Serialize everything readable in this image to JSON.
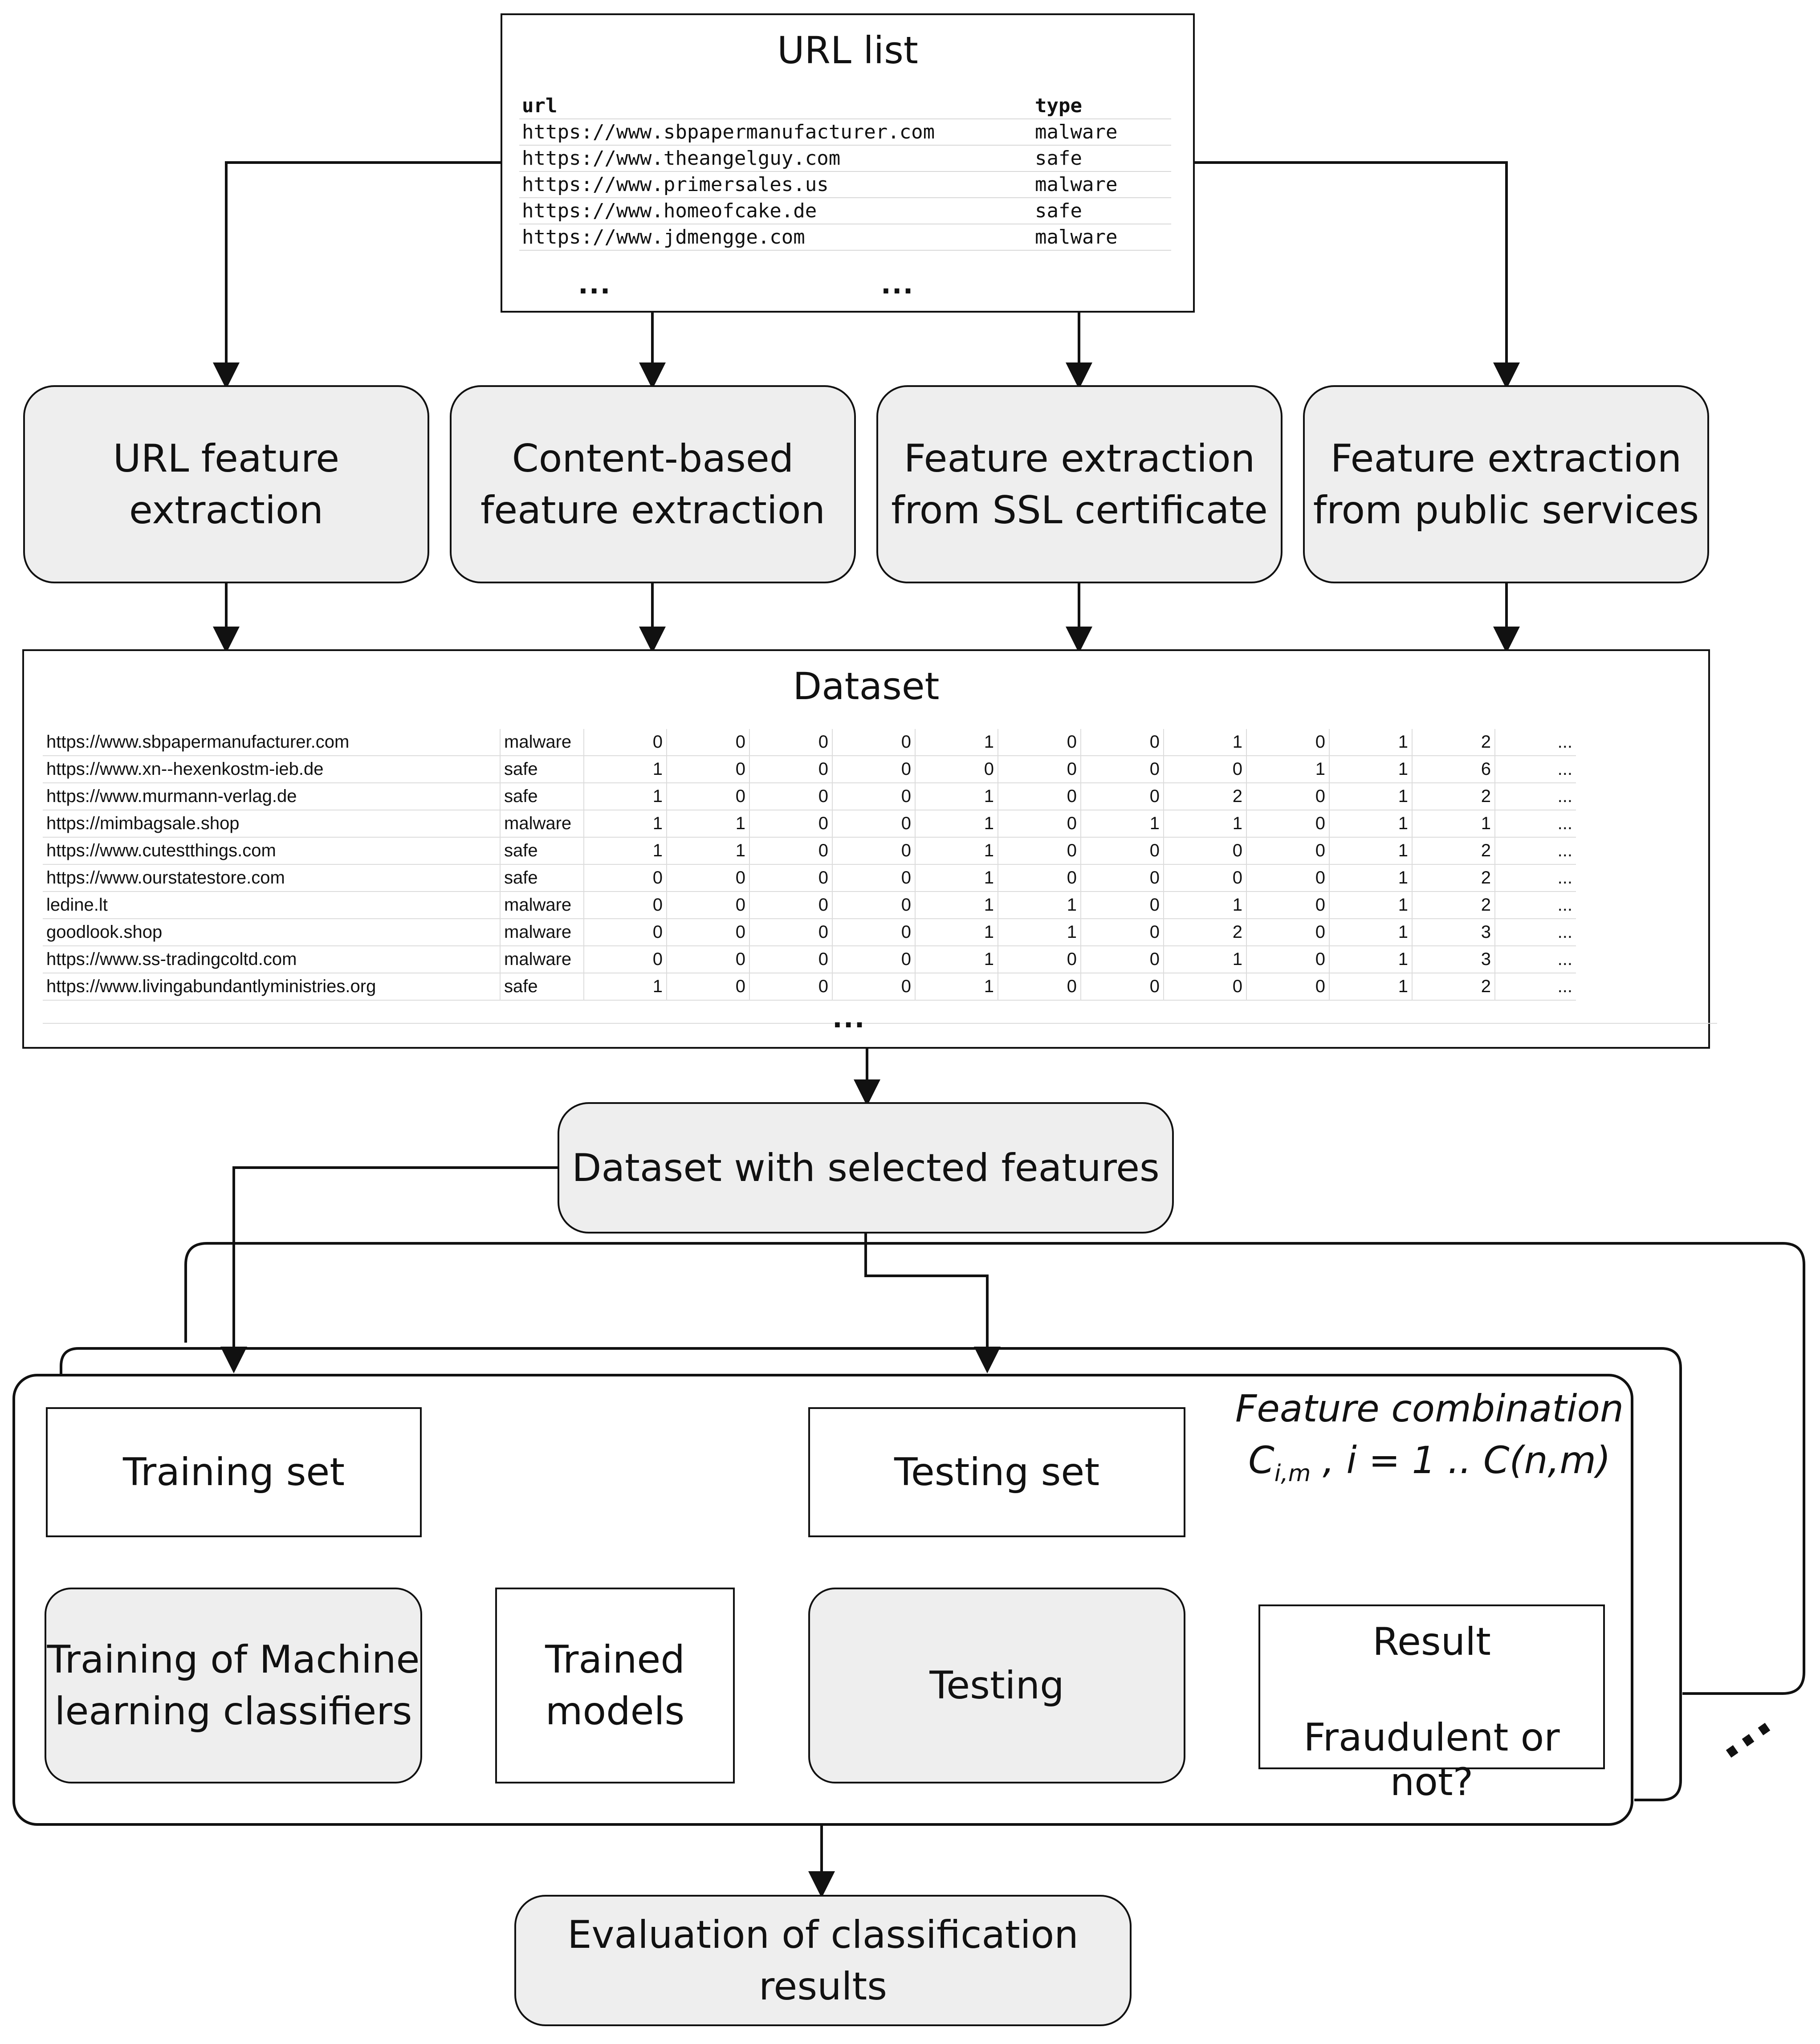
{
  "url_list": {
    "title": "URL list",
    "columns": [
      "url",
      "type"
    ],
    "rows": [
      [
        "https://www.sbpapermanufacturer.com",
        "malware"
      ],
      [
        "https://www.theangelguy.com",
        "safe"
      ],
      [
        "https://www.primersales.us",
        "malware"
      ],
      [
        "https://www.homeofcake.de",
        "safe"
      ],
      [
        "https://www.jdmengge.com",
        "malware"
      ]
    ],
    "ellipsis": [
      "...",
      "..."
    ]
  },
  "extractors": [
    {
      "label": "URL feature\nextraction"
    },
    {
      "label": "Content-based\nfeature extraction"
    },
    {
      "label": "Feature extraction\nfrom SSL certificate"
    },
    {
      "label": "Feature extraction\nfrom public services"
    }
  ],
  "dataset": {
    "title": "Dataset",
    "rows": [
      [
        "https://www.sbpapermanufacturer.com",
        "malware",
        "0",
        "0",
        "0",
        "0",
        "1",
        "0",
        "0",
        "1",
        "0",
        "1",
        "2",
        "..."
      ],
      [
        "https://www.xn--hexenkostm-ieb.de",
        "safe",
        "1",
        "0",
        "0",
        "0",
        "0",
        "0",
        "0",
        "0",
        "1",
        "1",
        "6",
        "..."
      ],
      [
        "https://www.murmann-verlag.de",
        "safe",
        "1",
        "0",
        "0",
        "0",
        "1",
        "0",
        "0",
        "2",
        "0",
        "1",
        "2",
        "..."
      ],
      [
        "https://mimbagsale.shop",
        "malware",
        "1",
        "1",
        "0",
        "0",
        "1",
        "0",
        "1",
        "1",
        "0",
        "1",
        "1",
        "..."
      ],
      [
        "https://www.cutestthings.com",
        "safe",
        "1",
        "1",
        "0",
        "0",
        "1",
        "0",
        "0",
        "0",
        "0",
        "1",
        "2",
        "..."
      ],
      [
        "https://www.ourstatestore.com",
        "safe",
        "0",
        "0",
        "0",
        "0",
        "1",
        "0",
        "0",
        "0",
        "0",
        "1",
        "2",
        "..."
      ],
      [
        "ledine.lt",
        "malware",
        "0",
        "0",
        "0",
        "0",
        "1",
        "1",
        "0",
        "1",
        "0",
        "1",
        "2",
        "..."
      ],
      [
        "goodlook.shop",
        "malware",
        "0",
        "0",
        "0",
        "0",
        "1",
        "1",
        "0",
        "2",
        "0",
        "1",
        "3",
        "..."
      ],
      [
        "https://www.ss-tradingcoltd.com",
        "malware",
        "0",
        "0",
        "0",
        "0",
        "1",
        "0",
        "0",
        "1",
        "0",
        "1",
        "3",
        "..."
      ],
      [
        "https://www.livingabundantlyministries.org",
        "safe",
        "1",
        "0",
        "0",
        "0",
        "1",
        "0",
        "0",
        "0",
        "0",
        "1",
        "2",
        "..."
      ]
    ],
    "ellipsis": "..."
  },
  "selected": {
    "label": "Dataset with selected features"
  },
  "combination": {
    "title": "Feature combination",
    "subtitle_c": "C",
    "subtitle_sub": "i,m",
    "subtitle_rest": " , i = 1 .. C(n,m)",
    "more": "..."
  },
  "training_set": {
    "label": "Training set"
  },
  "testing_set": {
    "label": "Testing set"
  },
  "training": {
    "label": "Training of Machine\nlearning classifiers"
  },
  "trained_models": {
    "label": "Trained\nmodels"
  },
  "testing": {
    "label": "Testing"
  },
  "result": {
    "title": "Result",
    "question": "Fraudulent or not?"
  },
  "evaluation": {
    "label": "Evaluation of classification results"
  }
}
